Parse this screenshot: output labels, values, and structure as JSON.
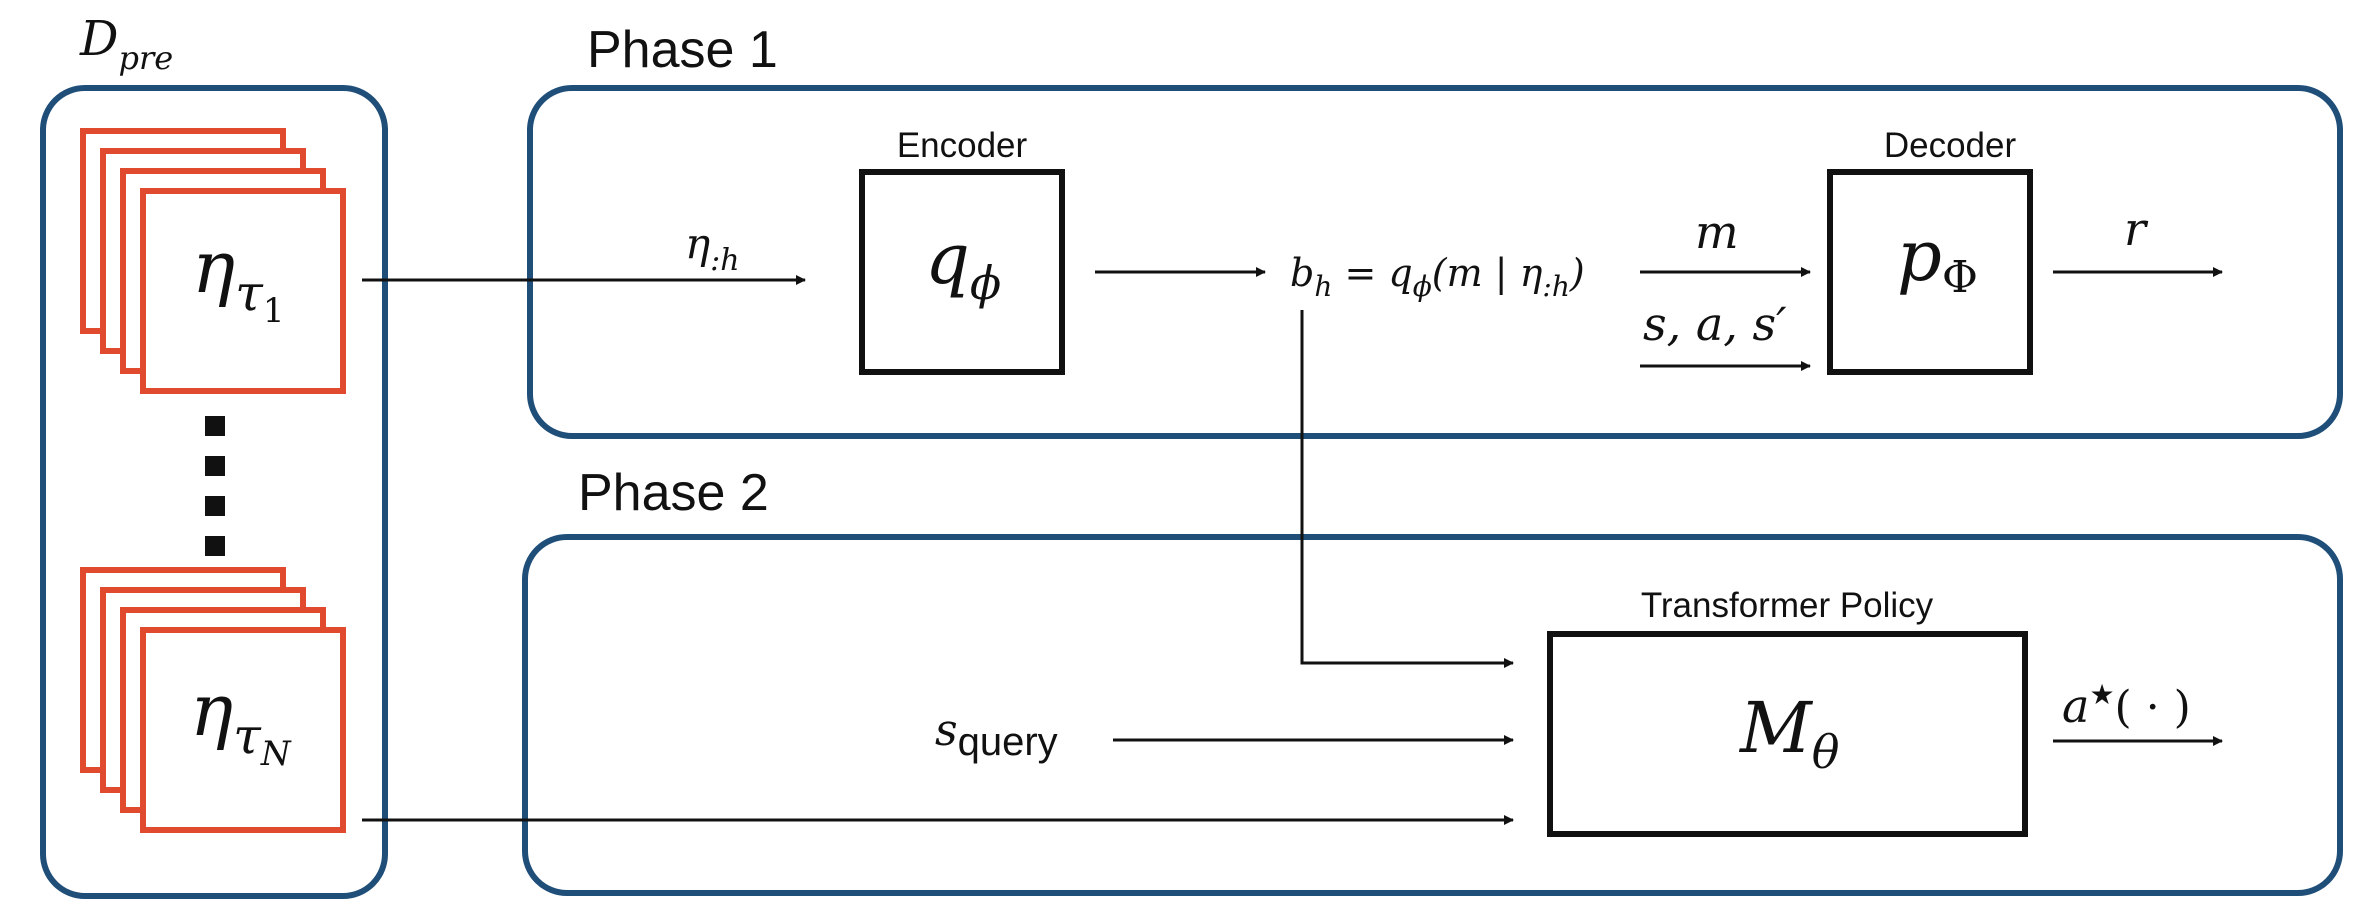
{
  "dataset": {
    "label_main": "D",
    "label_sub": "pre",
    "card_top_symbol": "η",
    "card_top_sub": "τ",
    "card_top_subsub": "1",
    "card_bottom_symbol": "η",
    "card_bottom_sub": "τ",
    "card_bottom_subsub": "N"
  },
  "phase1": {
    "title": "Phase 1",
    "encoder_title": "Encoder",
    "encoder_symbol": "q",
    "encoder_sub": "ϕ",
    "input_label_main": "η",
    "input_label_sub": ":h",
    "belief_b": "b",
    "belief_b_sub": "h",
    "belief_eq": " = ",
    "belief_q": "q",
    "belief_q_sub": "ϕ",
    "belief_args_open": "(m | ",
    "belief_eta": "η",
    "belief_eta_sub": ":h",
    "belief_args_close": ")",
    "decoder_title": "Decoder",
    "decoder_symbol": "p",
    "decoder_sub": "Φ",
    "m_label": "m",
    "sas_label": "s, a, s′",
    "output_label": "r"
  },
  "phase2": {
    "title": "Phase 2",
    "policy_title": "Transformer Policy",
    "policy_symbol": "M",
    "policy_sub": "θ",
    "query_s": "s",
    "query_sub": "query",
    "output_a": "a",
    "output_star": "★",
    "output_args": "( · )"
  }
}
